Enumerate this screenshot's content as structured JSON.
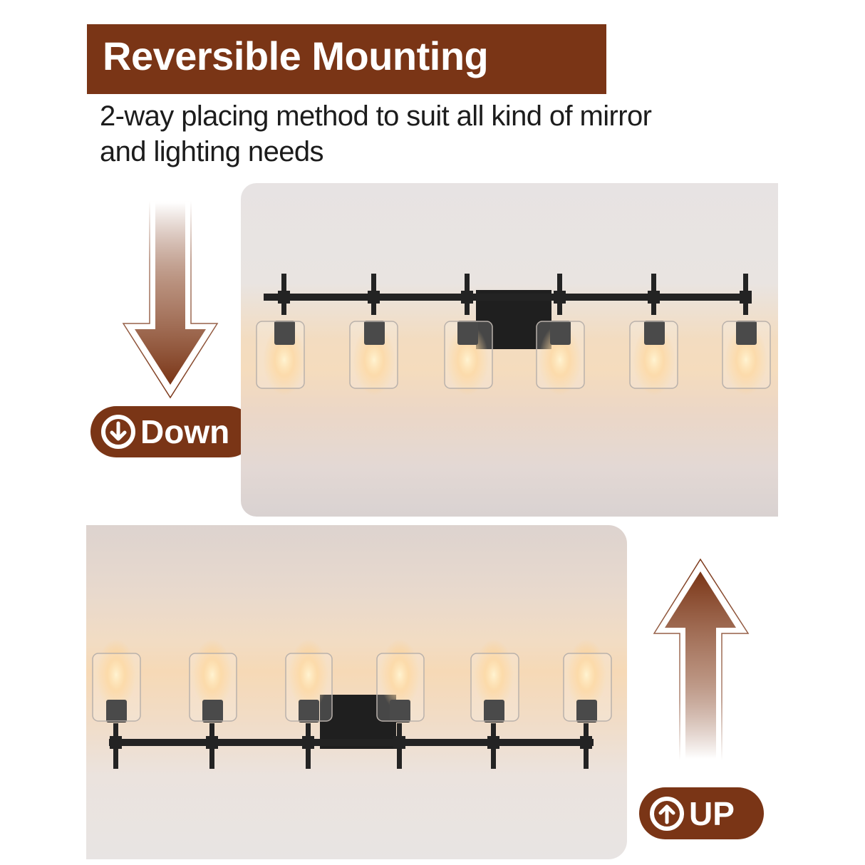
{
  "header": {
    "title": "Reversible Mounting",
    "subtitle": "2-way placing method to suit all kind of mirror and lighting needs"
  },
  "mount_down": {
    "badge_label": "Down",
    "badge_icon": "circle-arrow-down-icon",
    "arrow_icon": "arrow-down-icon",
    "photo_alt": "6-light vanity fixture mounted with glass shades facing down",
    "light_count": 6
  },
  "mount_up": {
    "badge_label": "UP",
    "badge_icon": "circle-arrow-up-icon",
    "arrow_icon": "arrow-up-icon",
    "photo_alt": "6-light vanity fixture mounted with glass shades facing up",
    "light_count": 6
  },
  "colors": {
    "brand_brown": "#7a3516",
    "text_dark": "#1c1c1c",
    "fixture_black": "#1f1f1f",
    "bulb_glow": "#ffd79a"
  }
}
